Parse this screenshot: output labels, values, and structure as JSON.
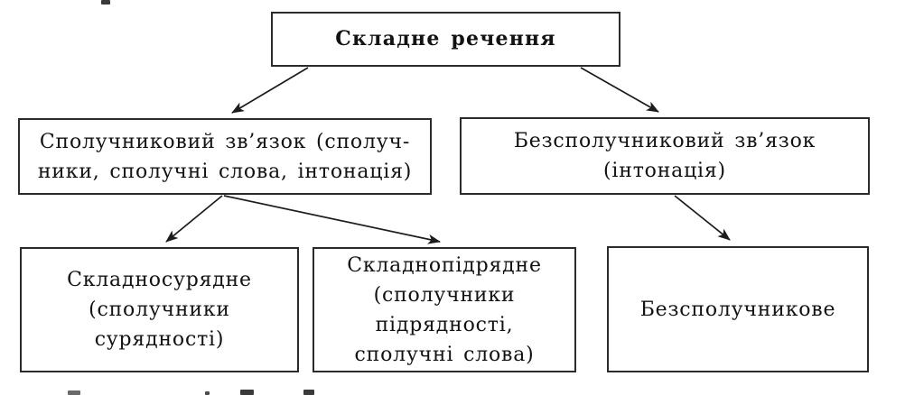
{
  "diagram": {
    "title_box": {
      "label": "Складне речення"
    },
    "branch_boxes": [
      {
        "id": "conjunction-link",
        "label": "Сполучниковий зв’язок (сполуч-\nники, сполучні слова, інтонація)"
      },
      {
        "id": "asyndetic-link",
        "label": "Безсполучниковий зв’язок\n(інтонація)"
      }
    ],
    "leaf_boxes": [
      {
        "id": "compound-sentence",
        "label": "Складносурядне\n(сполучники\nсурядності)"
      },
      {
        "id": "complex-sentence",
        "label": "Складнопідрядне\n(сполучники\nпідрядності,\nсполучні слова)"
      },
      {
        "id": "asyndetic-sentence",
        "label": "Безсполучникове"
      }
    ],
    "colors": {
      "background": "#ffffff",
      "box_border": "#2b2b2b",
      "text": "#121212",
      "arrow": "#1c1c1c"
    }
  }
}
